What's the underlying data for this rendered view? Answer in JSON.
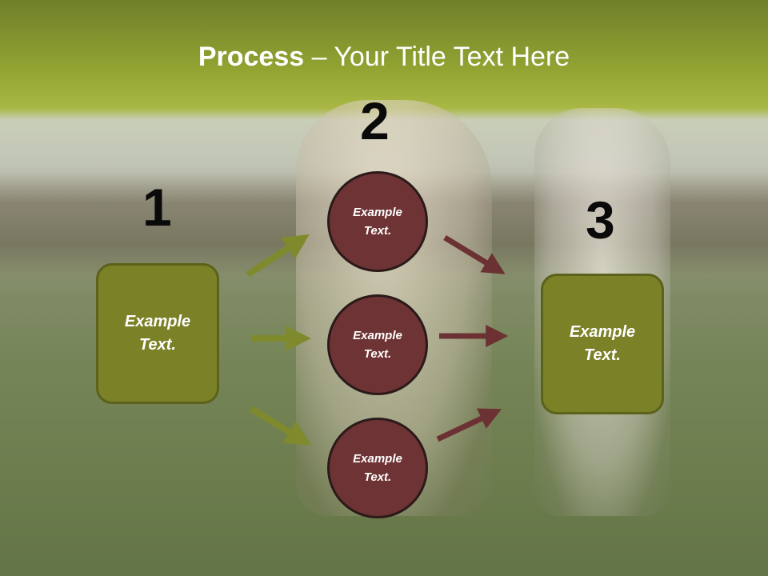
{
  "slide": {
    "title_bold": "Process",
    "title_rest": " – Your Title Text Here",
    "steps": [
      {
        "number": "1",
        "label": "Example\nText."
      },
      {
        "number": "2",
        "label": "Example\nText."
      },
      {
        "number": "3",
        "label": "Example\nText."
      }
    ],
    "circles": [
      {
        "label": "Example\nText."
      },
      {
        "label": "Example\nText."
      },
      {
        "label": "Example\nText."
      }
    ]
  },
  "colors": {
    "green_box": "#7b8127",
    "green_arrow": "#7f8a2c",
    "circle_fill": "#6e3334",
    "maroon_arrow": "#6c3132",
    "title_text": "#ffffff"
  }
}
